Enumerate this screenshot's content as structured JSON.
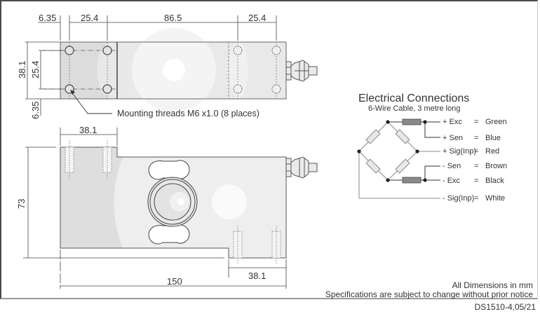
{
  "top_view": {
    "dimensions": {
      "left_offset": "6.35",
      "hole_spacing_left": "25.4",
      "middle_span": "86.5",
      "hole_spacing_right": "25.4",
      "width": "38.1",
      "hole_spacing_vertical": "25.4",
      "bottom_offset": "6.35"
    },
    "callout": "Mounting threads M6 x1.0 (8 places)"
  },
  "side_view": {
    "dimensions": {
      "top_block": "38.1",
      "height": "73",
      "bottom_block": "38.1",
      "length": "150"
    }
  },
  "electrical": {
    "title": "Electrical Connections",
    "subtitle": "6-Wire Cable, 3 metre long",
    "wires": [
      {
        "signal": "+ Exc",
        "eq": "=",
        "color": "Green"
      },
      {
        "signal": "+ Sen",
        "eq": "=",
        "color": "Blue"
      },
      {
        "signal": "+ Sig(Inp)",
        "eq": "=",
        "color": "Red"
      },
      {
        "signal": "-  Sen",
        "eq": "=",
        "color": "Brown"
      },
      {
        "signal": "-  Exc",
        "eq": "=",
        "color": "Black"
      },
      {
        "signal": "-  Sig(Inp)",
        "eq": "=",
        "color": "White"
      }
    ]
  },
  "footer": {
    "units_note": "All Dimensions in mm",
    "disclaimer": "Specifications are subject to change without prior notice",
    "doc_id": "DS1510-4,05/21"
  }
}
